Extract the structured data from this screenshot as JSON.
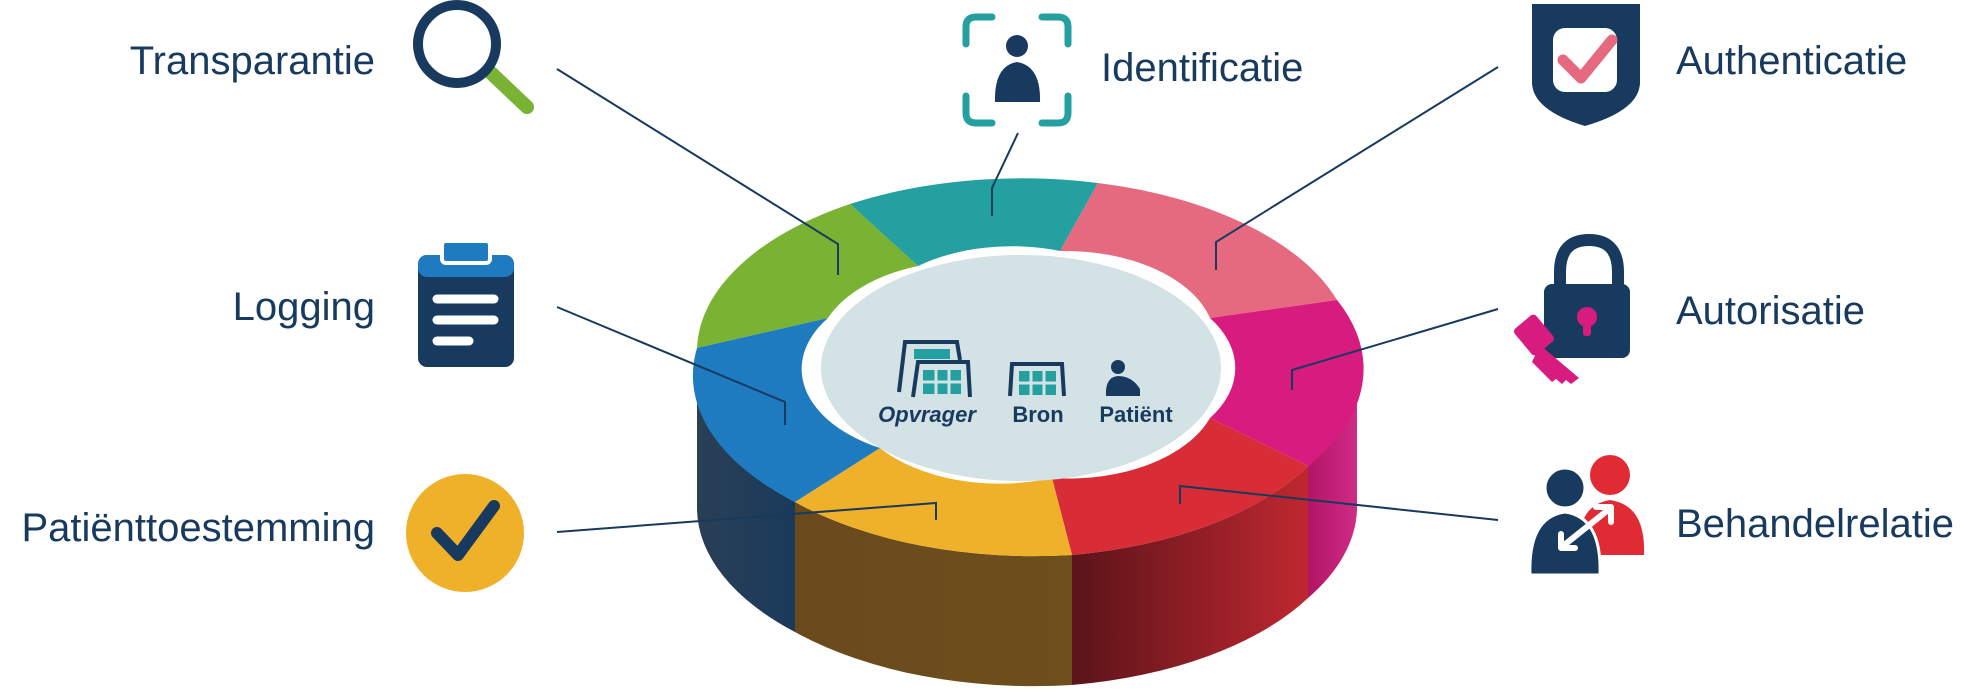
{
  "labels": {
    "transparantie": "Transparantie",
    "identificatie": "Identificatie",
    "authenticatie": "Authenticatie",
    "logging": "Logging",
    "autorisatie": "Autorisatie",
    "patienttoestemming": "Patiënttoestemming",
    "behandelrelatie": "Behandelrelatie"
  },
  "center": {
    "opvrager": "Opvrager",
    "bron": "Bron",
    "patient": "Patiënt"
  },
  "colors": {
    "navy": "#173a5e",
    "green": "#7ab333",
    "teal": "#25a0a0",
    "pink": "#e56a80",
    "magenta": "#d81b7e",
    "red": "#d82c36",
    "yellow": "#f0b12a",
    "blue": "#1e7bbf",
    "center": "#d3e2e5"
  }
}
